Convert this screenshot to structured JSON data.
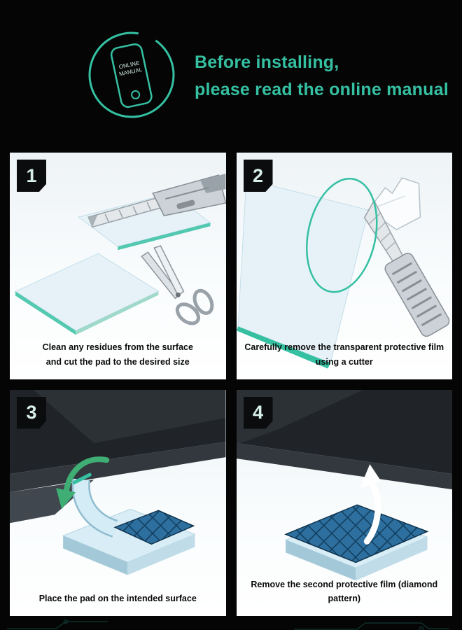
{
  "colors": {
    "accent": "#35c0a2",
    "pad_blue": "#2d6f9e",
    "background": "#050505"
  },
  "header": {
    "icon": "online-manual-phone-icon",
    "icon_text_line1": "ONLINE",
    "icon_text_line2": "MANUAL",
    "title_line1": "Before installing,",
    "title_line2": "please read the online manual"
  },
  "steps": [
    {
      "number": "1",
      "caption_line1": "Clean any residues from the surface",
      "caption_line2": "and cut the pad to the desired size"
    },
    {
      "number": "2",
      "caption_line1": "Carefully remove the transparent protective film",
      "caption_line2": "using a cutter"
    },
    {
      "number": "3",
      "caption_line1": "Place the pad on the intended surface",
      "caption_line2": ""
    },
    {
      "number": "4",
      "caption_line1": "Remove the second protective film (diamond pattern)",
      "caption_line2": ""
    }
  ]
}
